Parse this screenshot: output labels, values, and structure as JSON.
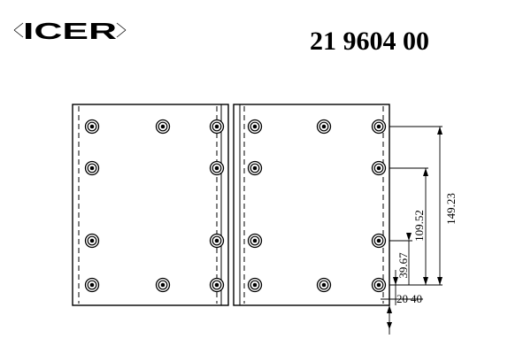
{
  "brand": {
    "name": "ICER"
  },
  "part_number": "21 9604 00",
  "dimensions": {
    "d1": "149.23",
    "d2": "109.52",
    "d3": "39.67",
    "d4": "20",
    "d5": "40"
  },
  "colors": {
    "ink": "#000000",
    "paper": "#ffffff",
    "rivet_outer": "#ffffff",
    "rivet_inner": "#000000"
  },
  "icons": {
    "logo": "icer-brand-logo",
    "rivet": "rivet-hole-icon",
    "arrow": "dimension-arrow"
  }
}
